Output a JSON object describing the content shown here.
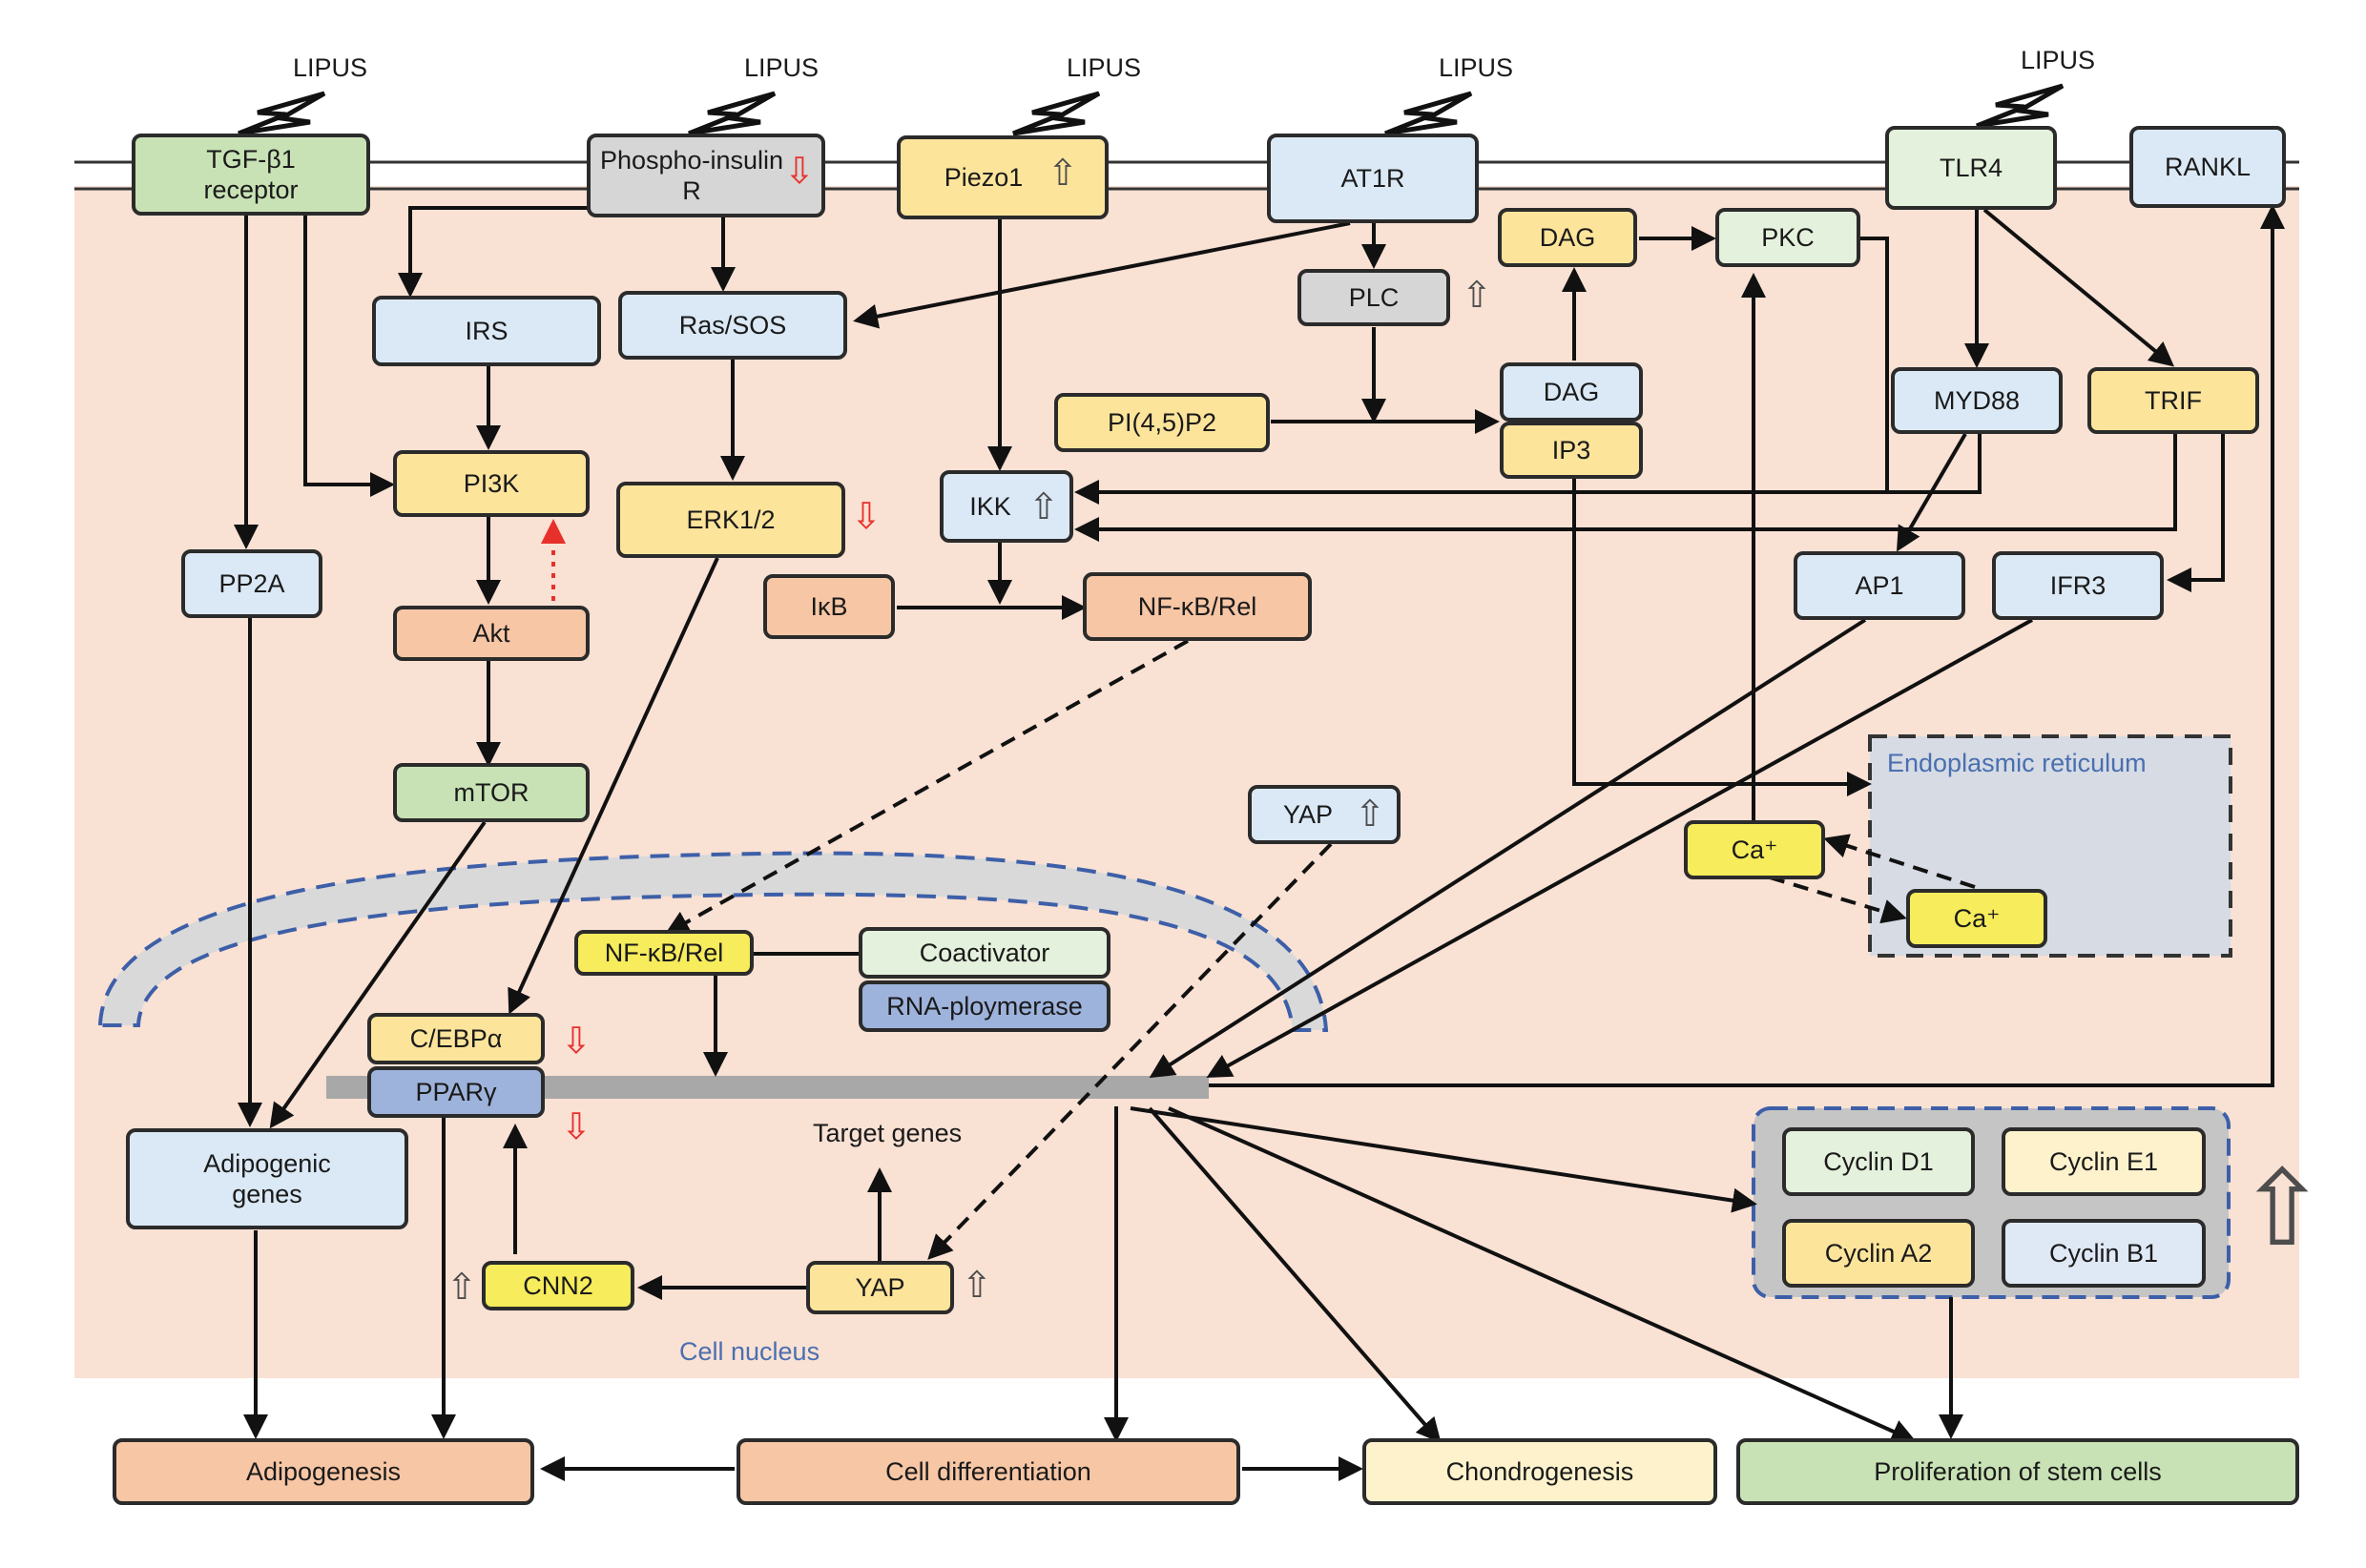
{
  "stimulus": {
    "label": "LIPUS"
  },
  "receptors": {
    "tgfb1": "TGF-β1\nreceptor",
    "insulin": "Phospho-insulin\nR",
    "piezo1": "Piezo1",
    "at1r": "AT1R",
    "tlr4": "TLR4",
    "rankl": "RANKL"
  },
  "nodes": {
    "irs": "IRS",
    "ras_sos": "Ras/SOS",
    "pi3k": "PI3K",
    "akt": "Akt",
    "mtor": "mTOR",
    "pp2a": "PP2A",
    "erk": "ERK1/2",
    "ikb": "IκB",
    "ikk": "IKK",
    "nfkb_cyto": "NF-κB/Rel",
    "plc": "PLC",
    "pip2": "PI(4,5)P2",
    "dag_top": "DAG",
    "pkc": "PKC",
    "dag": "DAG",
    "ip3": "IP3",
    "myd88": "MYD88",
    "trif": "TRIF",
    "ap1": "AP1",
    "ifr3": "IFR3",
    "yap_cyto": "YAP",
    "ca_cyto": "Ca⁺",
    "ca_er": "Ca⁺",
    "nfkb_nuc": "NF-κB/Rel",
    "coactivator": "Coactivator",
    "rna_pol": "RNA-ploymerase",
    "cebpa": "C/EBPα",
    "ppary": "PPARγ",
    "adipogenic_genes": "Adipogenic\ngenes",
    "target_genes": "Target genes",
    "cnn2": "CNN2",
    "yap_nuc": "YAP",
    "cyclin_d1": "Cyclin D1",
    "cyclin_e1": "Cyclin E1",
    "cyclin_a2": "Cyclin A2",
    "cyclin_b1": "Cyclin B1"
  },
  "compartments": {
    "er": "Endoplasmic reticulum",
    "nucleus": "Cell nucleus"
  },
  "outcomes": {
    "adipogenesis": "Adipogenesis",
    "cell_diff": "Cell differentiation",
    "chondrogenesis": "Chondrogenesis",
    "proliferation": "Proliferation of stem cells"
  },
  "indicators": {
    "up": "⇧",
    "down": "⇩"
  },
  "colors": {
    "cytoplasm": "#f9e1d4",
    "blue": "#dbe9f6",
    "yellow": "#fde49b",
    "salmon": "#f7c6a5",
    "green": "#c8e2b5",
    "grey": "#d6d6d6",
    "red_indicator": "#e8302a",
    "er_fill": "#d6dbe4",
    "dashed_blue": "#3d5fa8"
  }
}
